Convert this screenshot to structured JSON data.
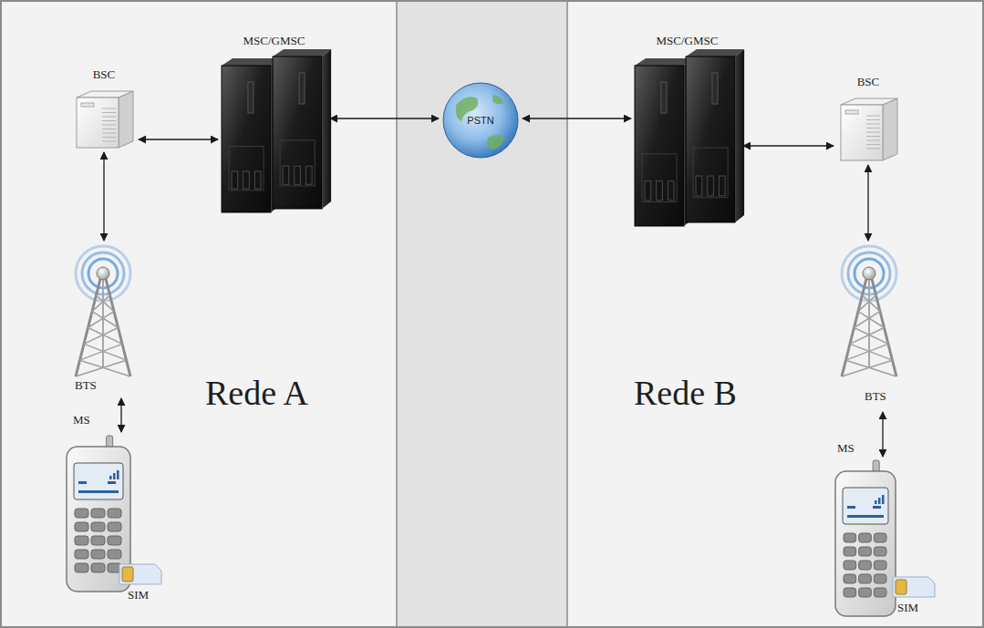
{
  "diagram": {
    "nodes": [
      {
        "text": [
          "Rede A"
        ]
      },
      {
        "text": [
          "BSC"
        ],
        "in": 0
      },
      {
        "text": [
          "MSC/GMSC"
        ],
        "in": 0
      },
      {
        "text": [
          "BTS"
        ],
        "in": 0
      },
      {
        "text": [
          "MS"
        ],
        "in": 0
      },
      {
        "text": [
          "SIM"
        ],
        "in": 0
      },
      {
        "text": [
          "PSTN"
        ]
      },
      {
        "text": [
          "Rede B"
        ]
      },
      {
        "text": [
          "MSC/GMSC"
        ],
        "in": 7
      },
      {
        "text": [
          "BSC"
        ],
        "in": 7
      },
      {
        "text": [
          "BTS"
        ],
        "in": 7
      },
      {
        "text": [
          "MS"
        ],
        "in": 7
      },
      {
        "text": [
          "SIM"
        ],
        "in": 7
      }
    ],
    "edges": [
      {
        "from": 1,
        "to": 2,
        "arrow": "both"
      },
      {
        "from": 1,
        "to": 3,
        "arrow": "both"
      },
      {
        "from": 3,
        "to": 4,
        "arrow": "both"
      },
      {
        "from": 2,
        "to": 6,
        "arrow": "both"
      },
      {
        "from": 6,
        "to": 8,
        "arrow": "both"
      },
      {
        "from": 8,
        "to": 9,
        "arrow": "both"
      },
      {
        "from": 9,
        "to": 10,
        "arrow": "both"
      },
      {
        "from": 10,
        "to": 11,
        "arrow": "both"
      }
    ]
  }
}
